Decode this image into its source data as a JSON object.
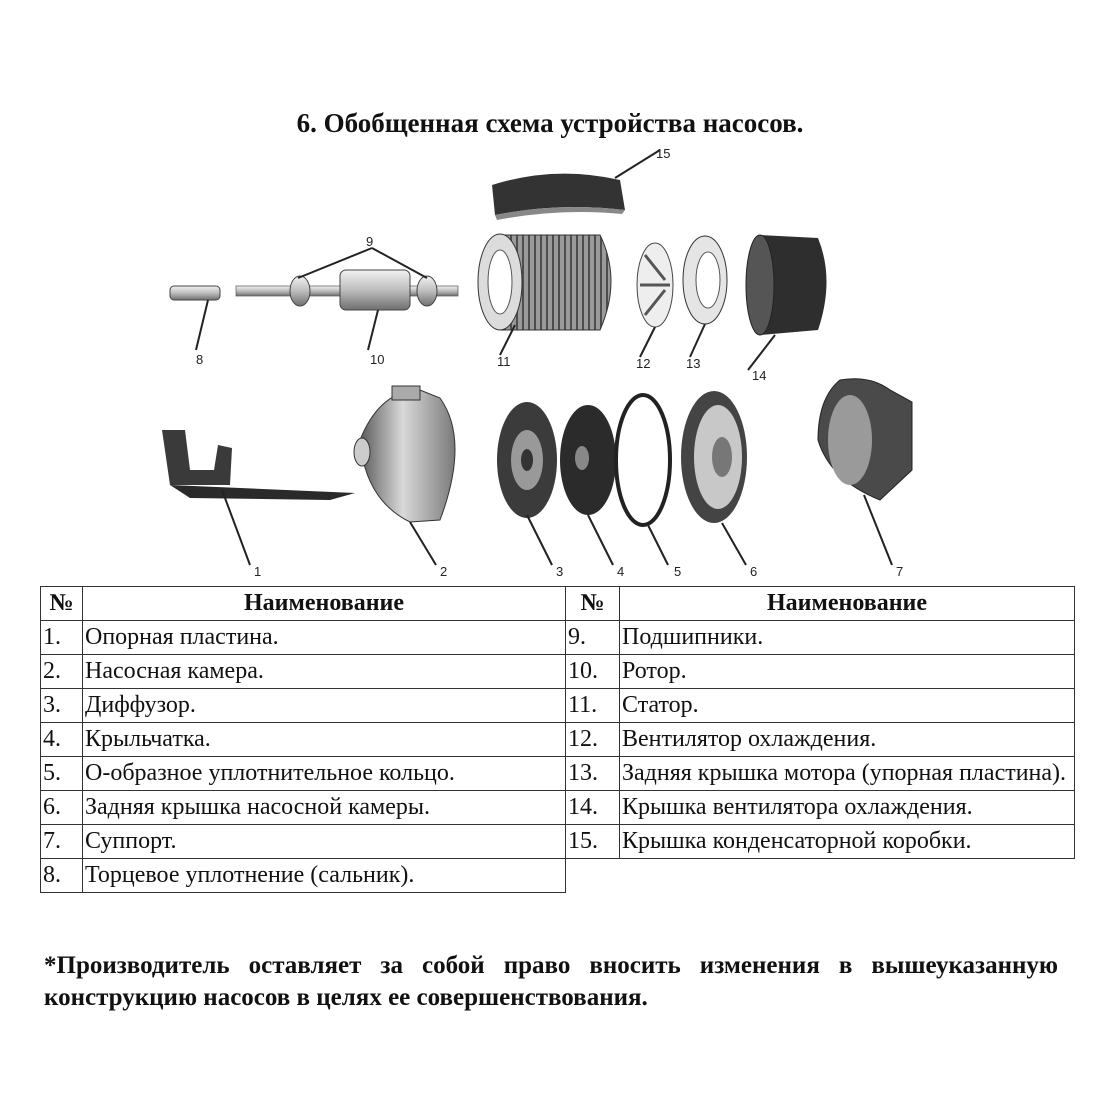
{
  "title": "6. Обобщенная схема устройства насосов.",
  "diagram": {
    "labels": [
      "1",
      "2",
      "3",
      "4",
      "5",
      "6",
      "7",
      "8",
      "9",
      "10",
      "11",
      "12",
      "13",
      "14",
      "15"
    ]
  },
  "table": {
    "headers": {
      "num": "№",
      "name": "Наименование"
    },
    "left": [
      {
        "num": "1.",
        "name": "Опорная пластина."
      },
      {
        "num": "2.",
        "name": "Насосная камера."
      },
      {
        "num": "3.",
        "name": "Диффузор."
      },
      {
        "num": "4.",
        "name": "Крыльчатка."
      },
      {
        "num": "5.",
        "name": "О-образное уплотнительное кольцо."
      },
      {
        "num": "6.",
        "name": "Задняя крышка насосной камеры."
      },
      {
        "num": "7.",
        "name": "Суппорт."
      },
      {
        "num": "8.",
        "name": "Торцевое уплотнение (сальник)."
      }
    ],
    "right": [
      {
        "num": "9.",
        "name": "Подшипники."
      },
      {
        "num": "10.",
        "name": "Ротор."
      },
      {
        "num": "11.",
        "name": "Статор."
      },
      {
        "num": "12.",
        "name": "Вентилятор охлаждения."
      },
      {
        "num": "13.",
        "name": "Задняя крышка мотора (упорная пластина)."
      },
      {
        "num": "14.",
        "name": "Крышка вентилятора охлаждения."
      },
      {
        "num": "15.",
        "name": "Крышка конденсаторной коробки."
      }
    ]
  },
  "note": "*Производитель оставляет за собой право вносить изменения в вышеуказанную конструкцию насосов в целях ее совершенствования."
}
